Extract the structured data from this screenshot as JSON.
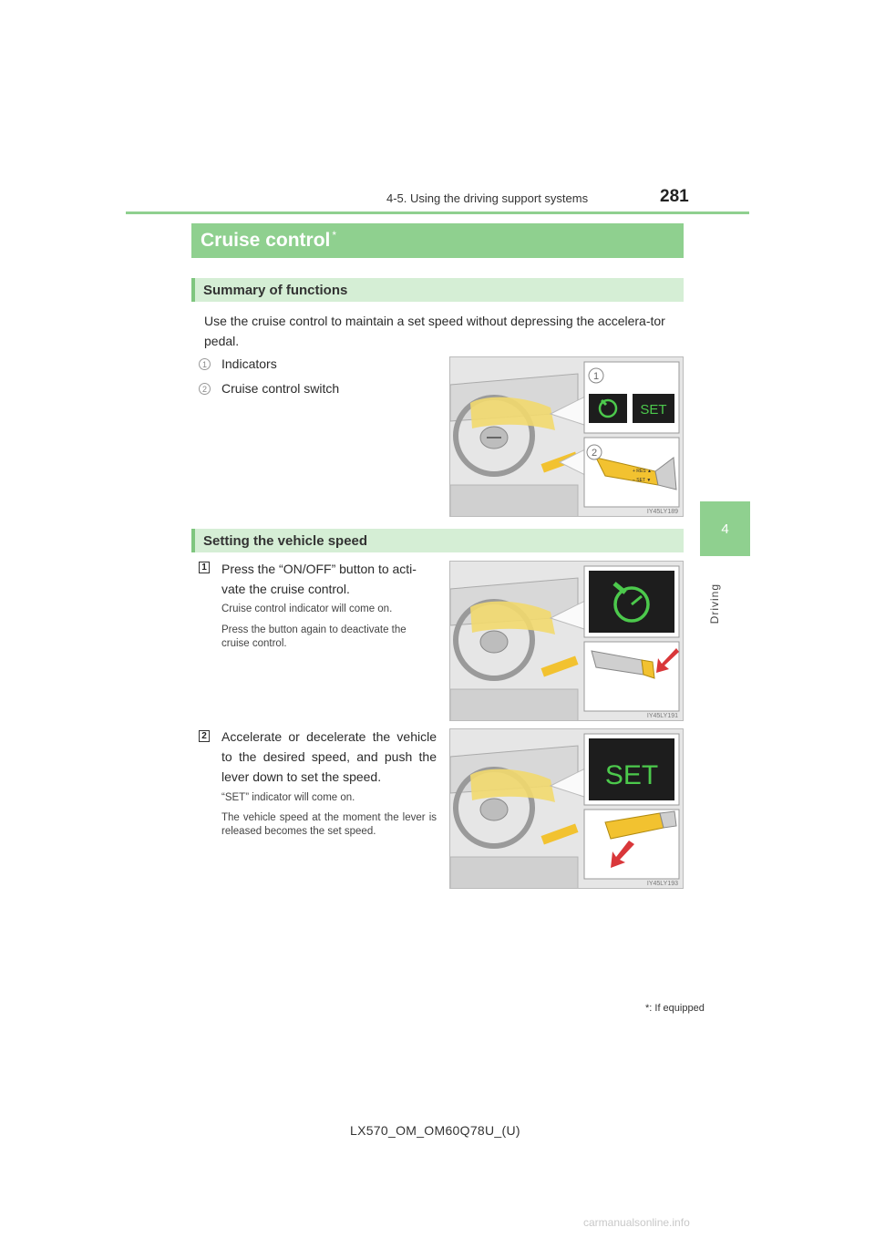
{
  "header": {
    "section": "4-5. Using the driving support systems",
    "page_number": "281"
  },
  "side_tab": {
    "number": "4",
    "label": "Driving"
  },
  "title": {
    "text": "Cruise control",
    "mark": "*"
  },
  "summary": {
    "heading": "Summary of functions",
    "intro": "Use the cruise control to maintain a set speed without depressing the accelera-tor pedal.",
    "items": [
      {
        "num": "1",
        "label": "Indicators"
      },
      {
        "num": "2",
        "label": "Cruise control switch"
      }
    ],
    "figure": {
      "code": "IY45LY189",
      "callouts": [
        "1",
        "2"
      ],
      "indicator_text": "SET"
    }
  },
  "setting": {
    "heading": "Setting the vehicle speed",
    "steps": [
      {
        "num": "1",
        "text": "Press the “ON/OFF” button to acti-vate the cruise control.",
        "notes": [
          "Cruise control indicator will come on.",
          "Press the button again to deactivate the cruise control."
        ],
        "figure_code": "IY45LY191"
      },
      {
        "num": "2",
        "text": "Accelerate or decelerate the vehicle to the desired speed, and push the lever down to set the speed.",
        "notes": [
          "“SET” indicator will come on.",
          "The vehicle speed at the moment the lever is released becomes the set speed."
        ],
        "figure_code": "IY45LY193",
        "indicator_text": "SET"
      }
    ],
    "lever_labels": [
      "+ RES ▲",
      "− SET ▼"
    ]
  },
  "footnote": {
    "mark": "*",
    "text": ": If equipped"
  },
  "doc_id": "LX570_OM_OM60Q78U_(U)",
  "watermark": "carmanualsonline.info",
  "colors": {
    "accent": "#8fd08f",
    "accent_light": "#d5eed5",
    "indicator_green": "#4cc94c",
    "lever_yellow": "#f2c230",
    "arrow_red": "#d9373a"
  }
}
